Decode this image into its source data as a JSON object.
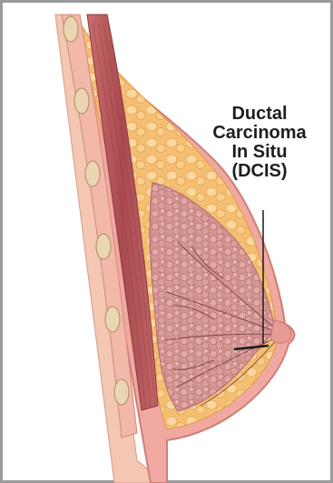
{
  "label": {
    "line1": "Ductal",
    "line2": "Carcinoma",
    "line3": "In Situ",
    "line4": "(DCIS)"
  }
}
